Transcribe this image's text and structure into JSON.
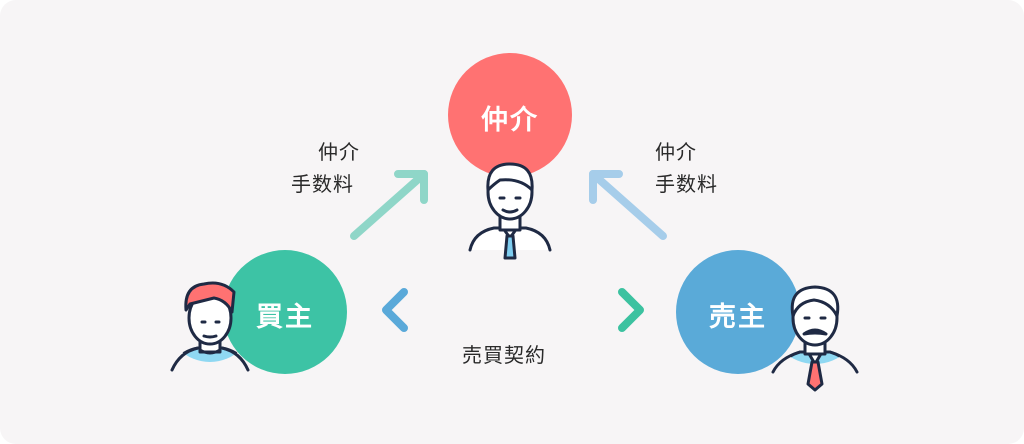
{
  "nodes": {
    "broker": {
      "label": "仲介",
      "color": "#ff7272"
    },
    "buyer": {
      "label": "買主",
      "color": "#3dc3a5"
    },
    "seller": {
      "label": "売主",
      "color": "#5aaad8"
    }
  },
  "labels": {
    "left_fee_line1": "仲介",
    "left_fee_line2": "手数料",
    "right_fee_line1": "仲介",
    "right_fee_line2": "手数料",
    "contract": "売買契約"
  }
}
